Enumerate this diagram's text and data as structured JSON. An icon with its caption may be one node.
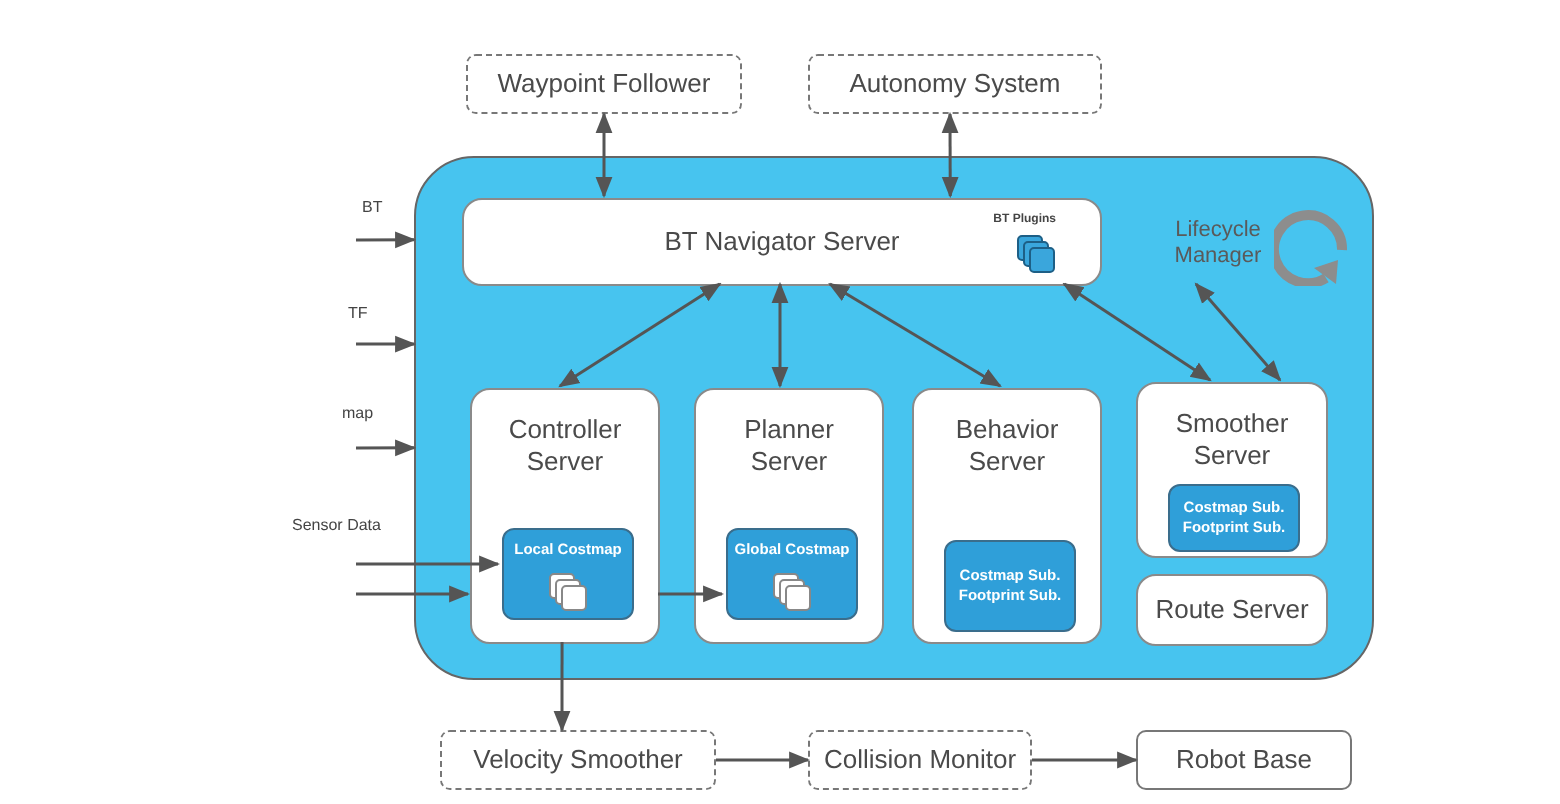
{
  "diagram": {
    "nodes": [
      {
        "text": [
          "Waypoint Follower"
        ]
      },
      {
        "text": [
          "Autonomy System"
        ]
      },
      {
        "text": [],
        "shape": "box"
      },
      {
        "text": [
          "BT Navigator Server",
          "BT Plugins"
        ],
        "in": 2
      },
      {
        "text": [
          "Lifecycle Manager"
        ],
        "in": 2
      },
      {
        "text": [
          "Controller Server"
        ],
        "in": 2
      },
      {
        "text": [
          "Local Costmap"
        ],
        "in": 5
      },
      {
        "text": [
          "Planner Server"
        ],
        "in": 2
      },
      {
        "text": [
          "Global Costmap"
        ],
        "in": 7
      },
      {
        "text": [
          "Behavior Server"
        ],
        "in": 2
      },
      {
        "text": [
          "Costmap Sub. Footprint Sub."
        ],
        "in": 9
      },
      {
        "text": [
          "Smoother Server"
        ],
        "in": 2
      },
      {
        "text": [
          "Costmap Sub. Footprint Sub."
        ],
        "in": 11
      },
      {
        "text": [
          "Route Server"
        ],
        "in": 2
      },
      {
        "text": [
          "Velocity Smoother"
        ]
      },
      {
        "text": [
          "Collision Monitor"
        ]
      },
      {
        "text": [
          "Robot Base"
        ]
      }
    ],
    "edges": [
      {
        "from": 0,
        "to": 3,
        "arrow": "both"
      },
      {
        "from": 1,
        "to": 3,
        "arrow": "both"
      },
      {
        "from": 3,
        "to": 5,
        "arrow": "both"
      },
      {
        "from": 3,
        "to": 7,
        "arrow": "both"
      },
      {
        "from": 3,
        "to": 9,
        "arrow": "both"
      },
      {
        "from": 3,
        "to": 11,
        "arrow": "both"
      },
      {
        "from": 4,
        "to": 11,
        "arrow": "both"
      },
      {
        "from": null,
        "to": 2,
        "arrow": "to",
        "label": "BT"
      },
      {
        "from": null,
        "to": 2,
        "arrow": "to",
        "label": "TF"
      },
      {
        "from": null,
        "to": 2,
        "arrow": "to",
        "label": "map"
      },
      {
        "from": null,
        "to": 6,
        "arrow": "to",
        "label": "Sensor Data"
      },
      {
        "from": null,
        "to": 5,
        "arrow": "to"
      },
      {
        "from": 5,
        "to": 8,
        "arrow": "to"
      },
      {
        "from": 5,
        "to": 14,
        "arrow": "to"
      },
      {
        "from": 14,
        "to": 15,
        "arrow": "to"
      },
      {
        "from": 15,
        "to": 16,
        "arrow": "to"
      }
    ]
  }
}
